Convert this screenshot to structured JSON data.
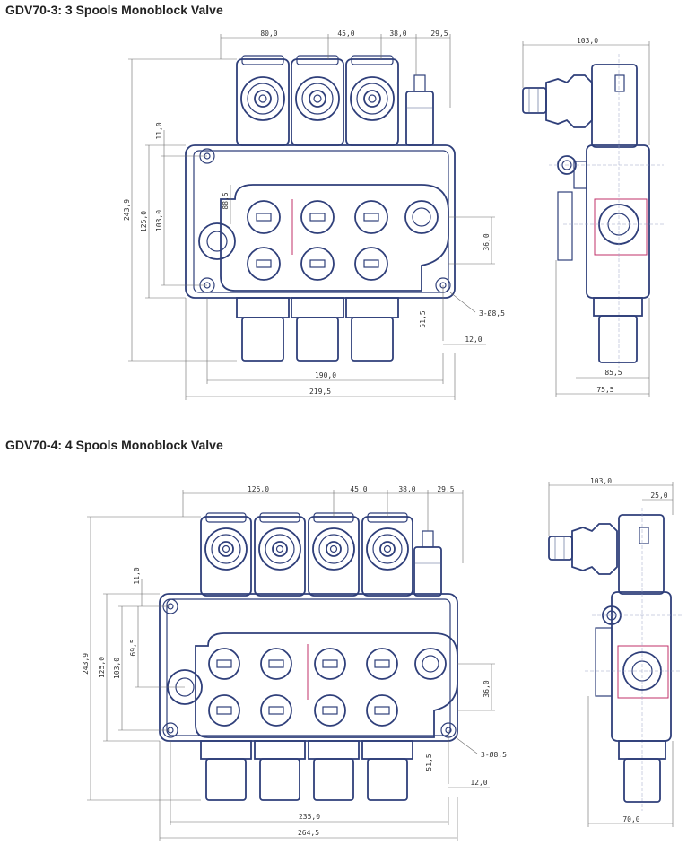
{
  "titles": {
    "gdv70_3": "GDV70-3: 3 Spools Monoblock Valve",
    "gdv70_4": "GDV70-4: 4 Spools Monoblock Valve"
  },
  "dims3": {
    "top_80": "80,0",
    "top_45": "45,0",
    "top_38": "38,0",
    "top_29": "29,5",
    "left_243": "243,9",
    "left_125": "125,0",
    "left_103": "103,0",
    "left_11": "11,0",
    "inner_88": "88,5",
    "right_36": "36,0",
    "right_51": "51,5",
    "right_12": "12,0",
    "holes": "3-Ø8,5",
    "bottom_190": "190,0",
    "bottom_219": "219,5",
    "side_103": "103,0",
    "side_85": "85,5",
    "side_75": "75,5"
  },
  "dims4": {
    "top_125": "125,0",
    "top_45": "45,0",
    "top_38": "38,0",
    "top_29": "29,5",
    "left_243": "243,9",
    "left_125": "125,0",
    "left_103": "103,0",
    "left_11": "11,0",
    "inner_69": "69,5",
    "right_36": "36,0",
    "right_51": "51,5",
    "right_12": "12,0",
    "holes": "3-Ø8,5",
    "bottom_235": "235,0",
    "bottom_264": "264,5",
    "side_103": "103,0",
    "side_25": "25,0",
    "side_70": "70,0"
  },
  "colors": {
    "outline": "#2f3f7a",
    "highlight": "#c0306a",
    "dimension": "#333333"
  }
}
